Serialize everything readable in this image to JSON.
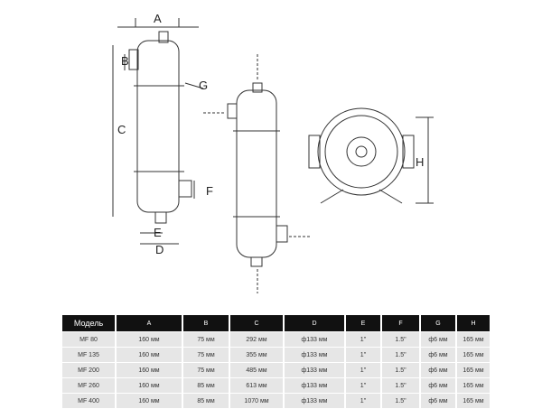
{
  "drawing": {
    "labels": {
      "A": "A",
      "B": "B",
      "C": "C",
      "D": "D",
      "E": "E",
      "F": "F",
      "G": "G",
      "H": "H"
    }
  },
  "table": {
    "headers": [
      "Модель",
      "A",
      "B",
      "C",
      "D",
      "E",
      "F",
      "G",
      "H"
    ],
    "rows": [
      [
        "MF 80",
        "160 мм",
        "75 мм",
        "292 мм",
        "ф133 мм",
        "1\"",
        "1.5\"",
        "ф6 мм",
        "165 мм"
      ],
      [
        "MF 135",
        "160 мм",
        "75 мм",
        "355 мм",
        "ф133 мм",
        "1\"",
        "1.5\"",
        "ф6 мм",
        "165 мм"
      ],
      [
        "MF 200",
        "160 мм",
        "75 мм",
        "485 мм",
        "ф133 мм",
        "1\"",
        "1.5\"",
        "ф6 мм",
        "165 мм"
      ],
      [
        "MF 260",
        "160 мм",
        "85 мм",
        "613 мм",
        "ф133 мм",
        "1\"",
        "1.5\"",
        "ф6 мм",
        "165 мм"
      ],
      [
        "MF 400",
        "160 мм",
        "85 мм",
        "1070 мм",
        "ф133 мм",
        "1\"",
        "1.5\"",
        "ф6 мм",
        "165 мм"
      ]
    ]
  }
}
